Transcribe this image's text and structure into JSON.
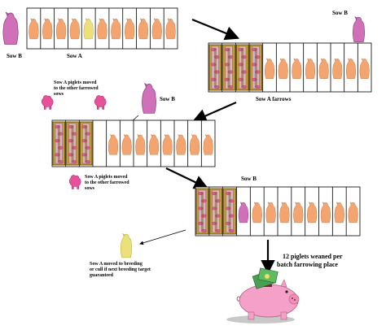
{
  "labels": {
    "sow_b_1": "Sow B",
    "sow_a_1": "Sow A",
    "sow_b_2": "Sow B",
    "sow_a_farrows": "Sow A farrows",
    "piglets_moved_1_line1": "Sow A piglets moved",
    "piglets_moved_1_line2": "to the other farrowed",
    "piglets_moved_1_line3": "sows",
    "sow_b_3": "Sow B",
    "piglets_moved_2_line1": "Sow A piglets moved",
    "piglets_moved_2_line2": "to the other farrowed",
    "piglets_moved_2_line3": "sows",
    "sow_b_4": "Sow B",
    "sow_a_moved_line1": "Sow A moved to breeding",
    "sow_a_moved_line2": "or cull if next breeding target",
    "sow_a_moved_line3": "guaranteed",
    "weaned_line1": "12 piglets weaned per",
    "weaned_line2": "batch farrowing place"
  },
  "colors": {
    "sow_standard": "#f4a46e",
    "sow_a": "#ece07a",
    "sow_b": "#d070b8",
    "piglets": "#e8509a",
    "farrowing_pen": "#c8a030",
    "piggy_bank": "#f4a0c8",
    "money": "#4aa050"
  },
  "icons": [
    "sow-icon",
    "piglet-icon",
    "farrowing-pen-icon",
    "piggy-bank-icon",
    "money-icon"
  ]
}
